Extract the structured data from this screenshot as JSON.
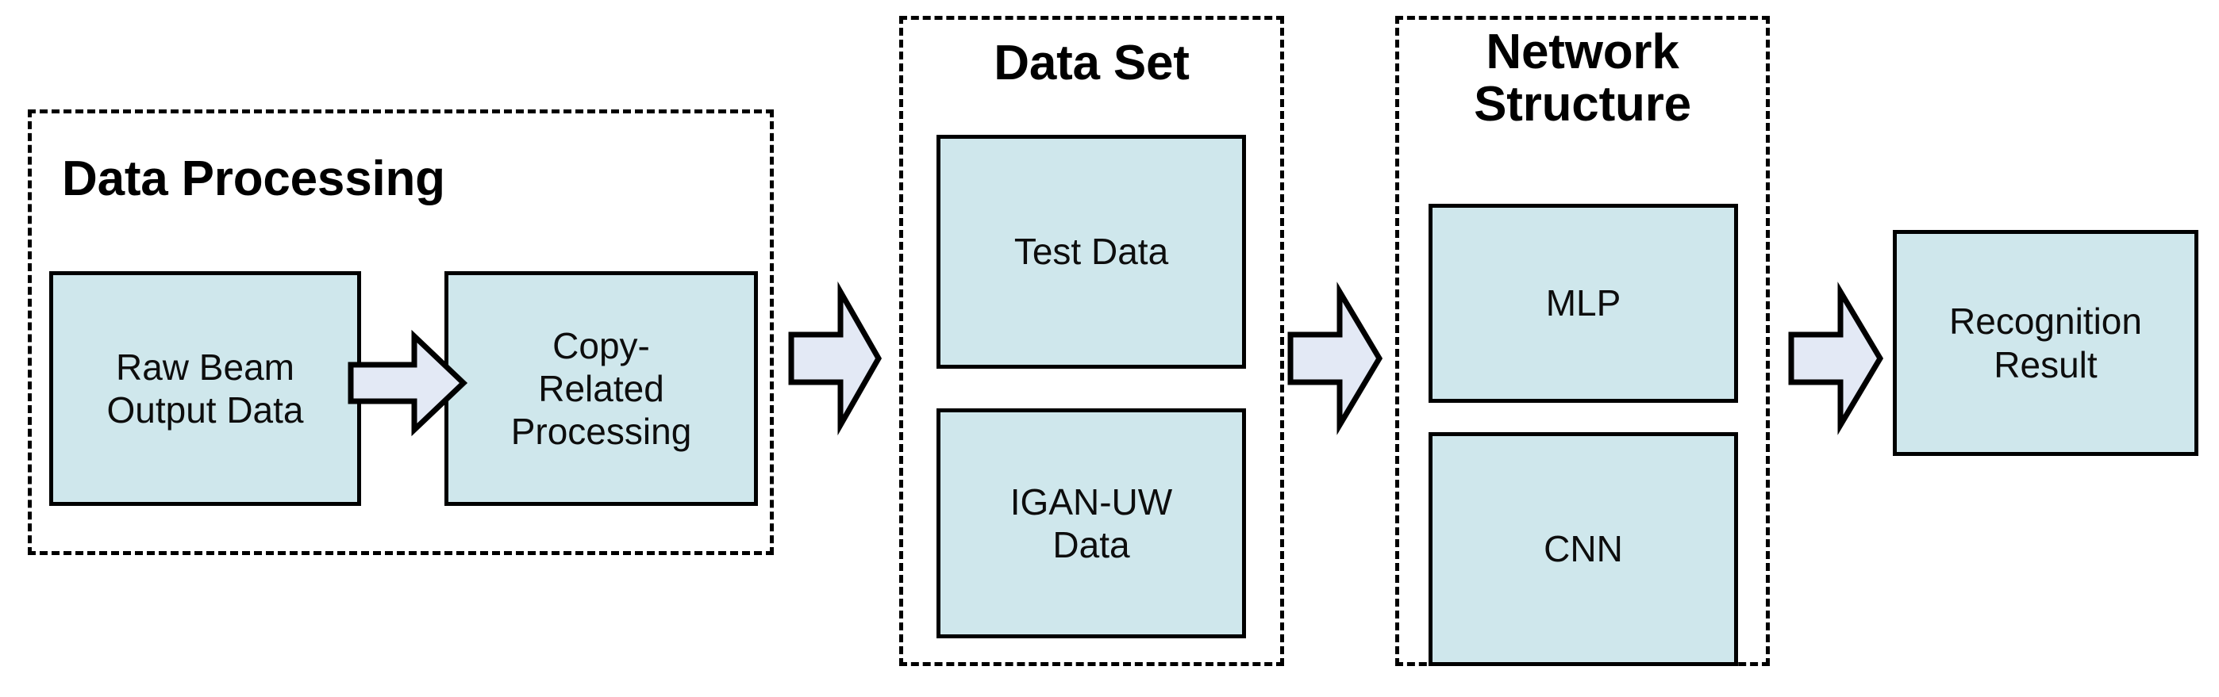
{
  "diagram": {
    "title": "Recognition pipeline block diagram",
    "colors": {
      "box_fill": "#cfe7ec",
      "box_border": "#000000",
      "arrow_fill": "#e3e9f5",
      "arrow_border": "#000000",
      "group_border": "#000000",
      "background": "#ffffff",
      "text": "#0d0d0d"
    }
  },
  "groups": {
    "data_processing": {
      "title": "Data Processing"
    },
    "data_set": {
      "title": "Data Set"
    },
    "network_structure": {
      "title": "Network\nStructure"
    }
  },
  "boxes": {
    "raw_beam": {
      "label": "Raw Beam\nOutput Data"
    },
    "copy_related": {
      "label": "Copy-\nRelated\nProcessing"
    },
    "test_data": {
      "label": "Test Data"
    },
    "igan_uw": {
      "label": "IGAN-UW\nData"
    },
    "mlp": {
      "label": "MLP"
    },
    "cnn": {
      "label": "CNN"
    },
    "recognition_result": {
      "label": "Recognition\nResult"
    }
  },
  "arrows": [
    {
      "name": "raw-beam-to-copy-related",
      "direction": "right"
    },
    {
      "name": "data-processing-to-data-set",
      "direction": "right"
    },
    {
      "name": "data-set-to-network-structure",
      "direction": "right"
    },
    {
      "name": "network-structure-to-recognition-result",
      "direction": "right"
    }
  ],
  "flow_sequence": [
    "Raw Beam Output Data",
    "Copy-Related Processing",
    "Data Set (Test Data / IGAN-UW Data)",
    "Network Structure (MLP / CNN)",
    "Recognition Result"
  ]
}
